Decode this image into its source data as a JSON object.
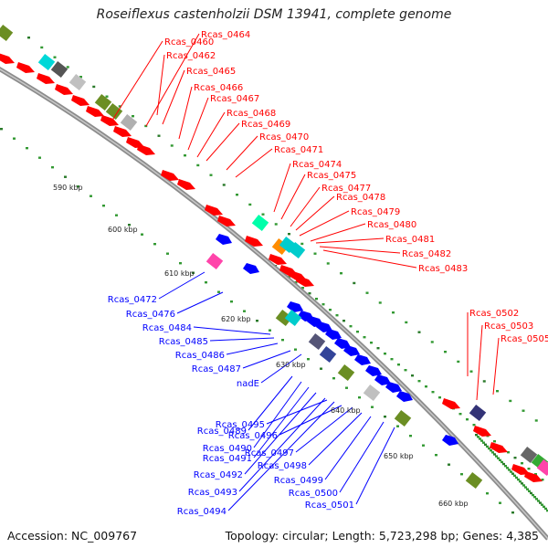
{
  "title": "Roseiflexus castenholzii DSM 13941, complete genome",
  "footer": {
    "accession": "Accession: NC_009767",
    "topology": "Topology: circular; Length: 5,723,298 bp; Genes: 4,385"
  },
  "colors": {
    "forward": "#ff0000",
    "reverse": "#0000ff",
    "backbone": "#999999",
    "tick": "#338833"
  },
  "kbp_labels": [
    "590 kbp",
    "600 kbp",
    "610 kbp",
    "620 kbp",
    "630 kbp",
    "640 kbp",
    "650 kbp",
    "660 kbp"
  ],
  "red_labels": [
    "Rcas_0460",
    "Rcas_0464",
    "Rcas_0462",
    "Rcas_0465",
    "Rcas_0466",
    "Rcas_0467",
    "Rcas_0468",
    "Rcas_0469",
    "Rcas_0470",
    "Rcas_0471",
    "Rcas_0474",
    "Rcas_0475",
    "Rcas_0477",
    "Rcas_0478",
    "Rcas_0479",
    "Rcas_0480",
    "Rcas_0481",
    "Rcas_0482",
    "Rcas_0483"
  ],
  "red_labels_right": [
    "Rcas_0502",
    "Rcas_0503",
    "Rcas_0505"
  ],
  "blue_labels": [
    "Rcas_0472",
    "Rcas_0476",
    "Rcas_0484",
    "Rcas_0485",
    "Rcas_0486",
    "Rcas_0487",
    "nadE",
    "Rcas_0489",
    "Rcas_0490",
    "Rcas_0491",
    "Rcas_0492",
    "Rcas_0493",
    "Rcas_0494",
    "Rcas_0495",
    "Rcas_0496",
    "Rcas_0497",
    "Rcas_0498",
    "Rcas_0499",
    "Rcas_0500",
    "Rcas_0501"
  ]
}
